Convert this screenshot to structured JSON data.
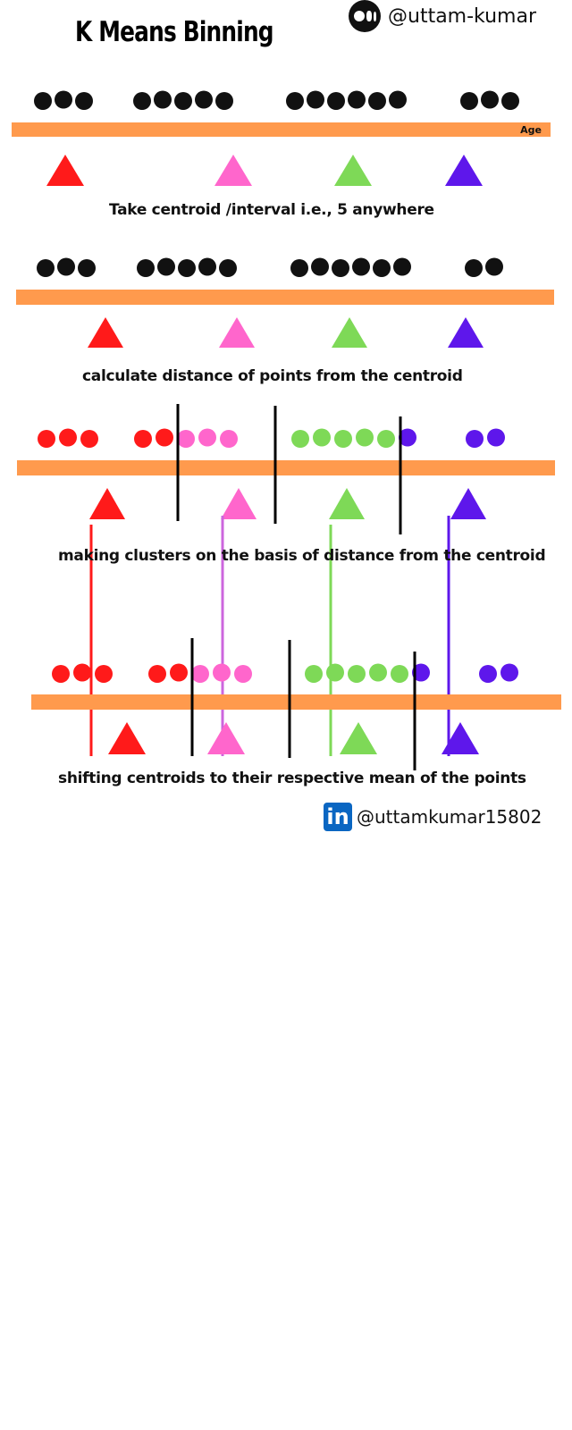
{
  "header": {
    "title": "K Means Binning",
    "medium_handle": "@uttam-kumar",
    "medium_icon": "medium-logo-icon"
  },
  "footer": {
    "linkedin_handle": "@uttamkumar15802",
    "linkedin_icon": "linkedin-logo-icon",
    "linkedin_glyph": "in"
  },
  "colors": {
    "axis_bar": "#ff9a4d",
    "point_default": "#111111",
    "cluster_red": "#ff1a1a",
    "cluster_pink": "#ff66cc",
    "cluster_green": "#7ed957",
    "cluster_purple": "#5e17eb",
    "boundary": "#000000",
    "link_red": "#ff1a1a",
    "link_pink": "#cc66dd",
    "link_green": "#7ed957",
    "link_purple": "#5e17eb"
  },
  "steps": [
    {
      "axis_label": "Age",
      "caption": "Take centroid /interval i.e., 5 anywhere",
      "groups": [
        [
          "default",
          "default",
          "default"
        ],
        [
          "default",
          "default",
          "default",
          "default",
          "default"
        ],
        [
          "default",
          "default",
          "default",
          "default",
          "default",
          "default"
        ],
        [
          "default",
          "default",
          "default"
        ]
      ],
      "centroids": [
        "red",
        "pink",
        "green",
        "purple"
      ],
      "boundaries": 0,
      "links": 0
    },
    {
      "axis_label": "",
      "caption": "calculate distance of points from the centroid",
      "groups": [
        [
          "default",
          "default",
          "default"
        ],
        [
          "default",
          "default",
          "default",
          "default",
          "default"
        ],
        [
          "default",
          "default",
          "default",
          "default",
          "default",
          "default"
        ],
        [
          "default",
          "default"
        ]
      ],
      "centroids": [
        "red",
        "pink",
        "green",
        "purple"
      ],
      "boundaries": 0,
      "links": 0
    },
    {
      "axis_label": "",
      "caption": "making clusters  on the basis of distance from the centroid",
      "groups": [
        [
          "red",
          "red",
          "red"
        ],
        [
          "red",
          "red",
          "pink",
          "pink",
          "pink"
        ],
        [
          "green",
          "green",
          "green",
          "green",
          "green",
          "purple"
        ],
        [
          "purple",
          "purple"
        ]
      ],
      "centroids": [
        "red",
        "pink",
        "green",
        "purple"
      ],
      "boundaries": 3,
      "links": 4
    },
    {
      "axis_label": "",
      "caption": "shifting centroids to their respective mean of the points",
      "groups": [
        [
          "red",
          "red",
          "red"
        ],
        [
          "red",
          "red",
          "pink",
          "pink",
          "pink"
        ],
        [
          "green",
          "green",
          "green",
          "green",
          "green",
          "purple"
        ],
        [
          "purple",
          "purple"
        ]
      ],
      "centroids": [
        "red",
        "pink",
        "green",
        "purple"
      ],
      "boundaries": 3,
      "links": 0
    }
  ]
}
